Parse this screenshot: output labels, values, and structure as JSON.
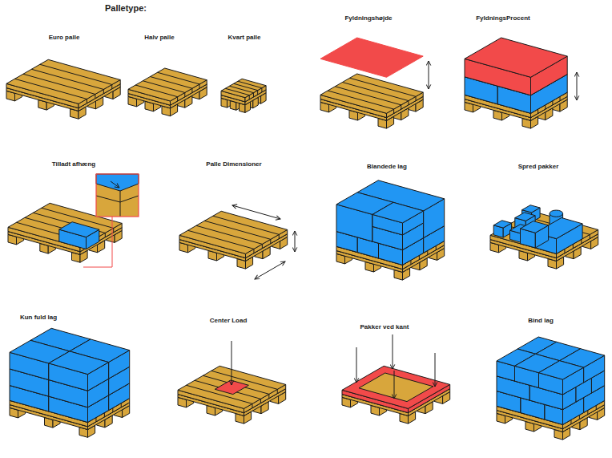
{
  "diagram": {
    "title": "Palletype:",
    "labels": [
      "Euro palle",
      "Halv palle",
      "Kvart palle",
      "Fyldningshøjde",
      "FyldningsProcent",
      "Tilladt afhæng",
      "Palle Dimensioner",
      "Blandede lag",
      "Spred pakker",
      "Kun fuld lag",
      "Center Load",
      "Pakker ved kant",
      "Bind lag"
    ]
  }
}
